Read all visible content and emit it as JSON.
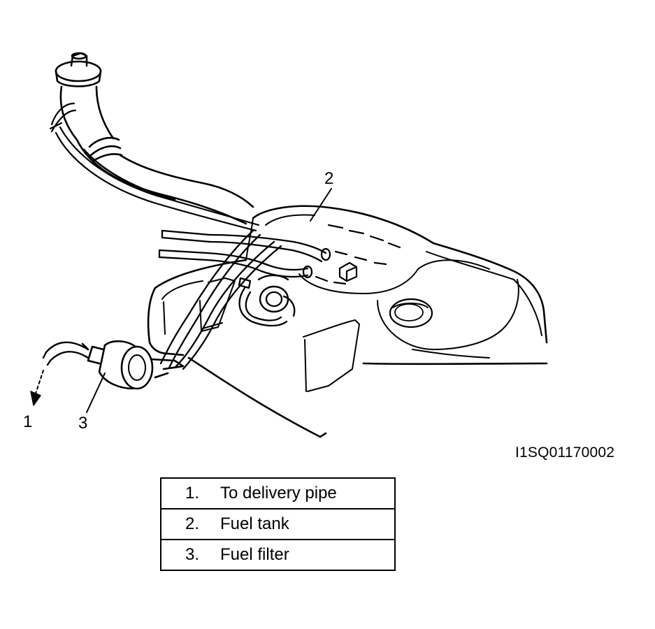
{
  "callouts": {
    "delivery": "1",
    "tank": "2",
    "filter": "3"
  },
  "figure_id": "I1SQ01170002",
  "legend": [
    {
      "num": "1.",
      "label": "To delivery pipe"
    },
    {
      "num": "2.",
      "label": "Fuel tank"
    },
    {
      "num": "3.",
      "label": "Fuel filter"
    }
  ]
}
